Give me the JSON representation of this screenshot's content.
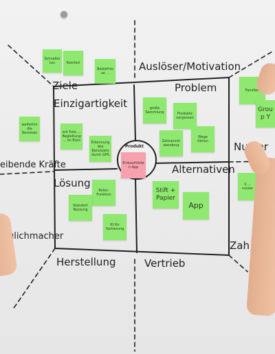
{
  "board": {
    "headings": {
      "ziele": "Ziele",
      "ausloeser": "Auslöser/Motivation",
      "einzigartigkeit": "Einzigartigkeit",
      "problem": "Problem",
      "nutzer": "Nutzer",
      "treibende_kraefte": "eibende Kräfte",
      "produkt": "Produkt",
      "loesung": "Lösung",
      "alternativen": "Alternativen",
      "moeglichmacher": "öglichmacher",
      "zah": "Zah",
      "herstellung": "Herstellung",
      "vertrieb": "Vertrieb"
    },
    "notes": {
      "ziele_1": "Schneller tun",
      "ziele_2": "Komfort",
      "ziele_3": "Bedürfnisse ...",
      "kraefte_1": "weiterhin die Terminen",
      "einz_1": "mit Foto ... Begleitung ... im Büro",
      "einz_2": "Erkennung des Benutzers durch GPS",
      "prob_1": "große Sammlung",
      "prob_2": "Produkte vergessen",
      "prob_3": "Zeitverschwendung",
      "prob_4": "Wege fühlen",
      "nutzer_1": "Familien",
      "nutzer_2": "Group Y",
      "nutzer_3": "S ... nutzer",
      "produkt_1": "Einkaufslisten App",
      "loes_1": "Teilen-Funktion",
      "loes_2": "Standort Nutzung",
      "loes_3": "KI für Sortierung",
      "alt_1": "Stift + Papier",
      "alt_2": "App"
    }
  }
}
